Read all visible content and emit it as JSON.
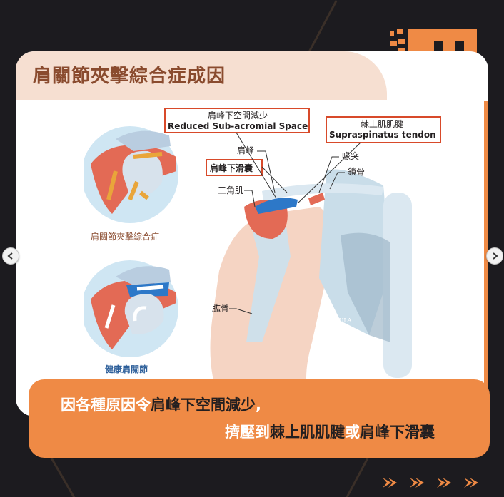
{
  "title": "肩關節夾擊綜合症成因",
  "labels": {
    "reduced_space_zh": "肩峰下空間減少",
    "reduced_space_en": "Reduced Sub-acromial Space",
    "supraspinatus_zh": "棘上肌肌腱",
    "supraspinatus_en": "Supraspinatus tendon",
    "acromion": "肩峰",
    "coracoid": "喙突",
    "clavicle": "鎖骨",
    "bursa": "肩峰下滑囊",
    "deltoid": "三角肌",
    "humerus": "肱骨",
    "scapula": "SCAPULA",
    "impingement": "肩關節夾擊綜合症",
    "healthy": "健康肩關節"
  },
  "caption": {
    "line1_prefix": "因各種原因令",
    "line1_highlight": "肩峰下空間減少",
    "line1_suffix": ",",
    "line2_prefix": "擠壓到",
    "line2_hl1": "棘上肌肌腱",
    "line2_mid": "或",
    "line2_hl2": "肩峰下滑囊"
  },
  "colors": {
    "accent": "#ef8a45",
    "title_text": "#8a4b2e",
    "title_bg": "#f6dfd1",
    "label_border": "#d84a2a",
    "background": "#1c1b1f"
  },
  "icons": {
    "logo": "brand-logo",
    "prev": "chevron-left-icon",
    "next": "chevron-right-icon",
    "forward": "double-chevron-icon"
  }
}
